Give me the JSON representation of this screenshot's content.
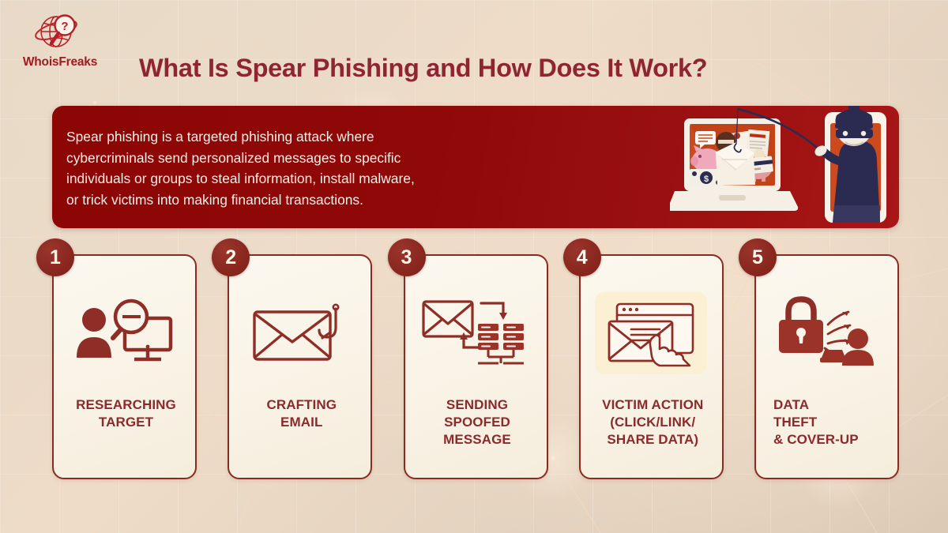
{
  "brand": {
    "logo_text": "WhoisFreaks",
    "logo_icon": "globe-magnifier-question-icon",
    "logo_color": "#a01c22"
  },
  "header": {
    "title": "What Is Spear Phishing and How Does It Work?",
    "title_color": "#8e2530"
  },
  "banner": {
    "background_color": "#8c0606",
    "text": "Spear phishing is a targeted phishing attack where\ncybercriminals send personalized messages to specific\nindividuals or groups to steal information, install malware,\nor trick victims into making financial transactions.",
    "text_color": "#f7efe6",
    "illustration": {
      "name": "hacker-phishing-laptop-illustration",
      "elements": [
        "laptop-with-orange-screen",
        "envelope",
        "piggy-bank",
        "dollar-bill",
        "credit-card",
        "chat-bubble",
        "documents",
        "fishing-rod-hook",
        "smartphone",
        "masked-hacker-with-beanie"
      ]
    }
  },
  "steps": {
    "card_background": "#fcf8ef",
    "card_border_color": "#8a2b22",
    "badge_color": "#8b2820",
    "label_color": "#8b2a2c",
    "items": [
      {
        "number": "1",
        "label": "RESEARCHING\nTARGET",
        "icon": "person-magnifier-monitor-icon",
        "icon_plate": false,
        "align": "center"
      },
      {
        "number": "2",
        "label": "CRAFTING\nEMAIL",
        "icon": "envelope-fishing-hook-icon",
        "icon_plate": false,
        "align": "center"
      },
      {
        "number": "3",
        "label": "SENDING\nSPOOFED\nMESSAGE",
        "icon": "envelope-arrows-server-rack-icon",
        "icon_plate": false,
        "align": "center"
      },
      {
        "number": "4",
        "label": "VICTIM ACTION\n(CLICK/LINK/\nSHARE DATA)",
        "icon": "browser-envelope-click-hand-icon",
        "icon_plate": true,
        "icon_plate_color": "#fbf0d4",
        "align": "center"
      },
      {
        "number": "5",
        "label": "DATA\nTHEFT\n& COVER-UP",
        "icon": "padlock-data-flow-person-icon",
        "icon_plate": false,
        "align": "left"
      }
    ]
  }
}
